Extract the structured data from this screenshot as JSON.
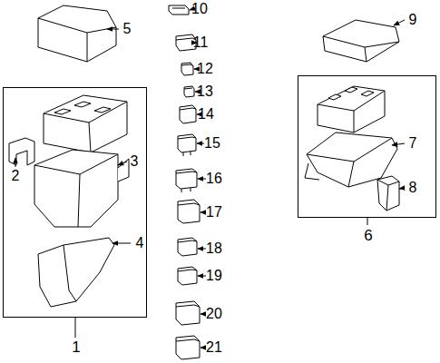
{
  "diagram": {
    "nodes": [
      {
        "text": [
          "1"
        ]
      },
      {
        "text": [
          "6"
        ]
      }
    ],
    "labels": [
      "5",
      "10",
      "9",
      "11",
      "12",
      "13",
      "14",
      "2",
      "15",
      "3",
      "7",
      "16",
      "8",
      "17",
      "4",
      "18",
      "19",
      "20",
      "21"
    ]
  }
}
